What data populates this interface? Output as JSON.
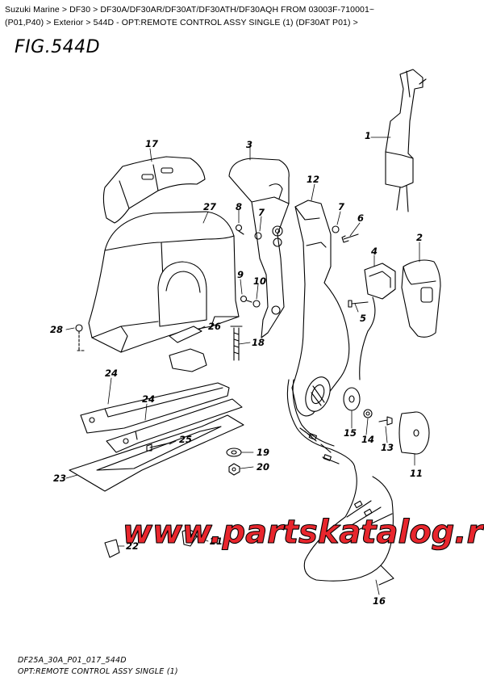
{
  "breadcrumb": {
    "items": [
      "Suzuki Marine",
      "DF30",
      "DF30A/DF30AR/DF30AT/DF30ATH/DF30AQH FROM 03003F-710001~ (P01,P40)",
      "Exterior",
      "544D - OPT:REMOTE CONTROL ASSY SINGLE (1) (DF30AT P01)"
    ],
    "separator": ">"
  },
  "figure": {
    "title": "FIG.544D"
  },
  "watermark": {
    "text": "www.partskatalog.ru",
    "color": "#e8262d"
  },
  "callouts": [
    "1",
    "2",
    "3",
    "4",
    "5",
    "6",
    "7",
    "7",
    "8",
    "9",
    "10",
    "11",
    "12",
    "13",
    "14",
    "15",
    "16",
    "17",
    "18",
    "19",
    "20",
    "21",
    "22",
    "23",
    "24",
    "24",
    "25",
    "26",
    "27",
    "28"
  ],
  "footer": {
    "code": "DF25A_30A_P01_017_544D",
    "caption": "OPT:REMOTE CONTROL ASSY SINGLE (1)"
  }
}
